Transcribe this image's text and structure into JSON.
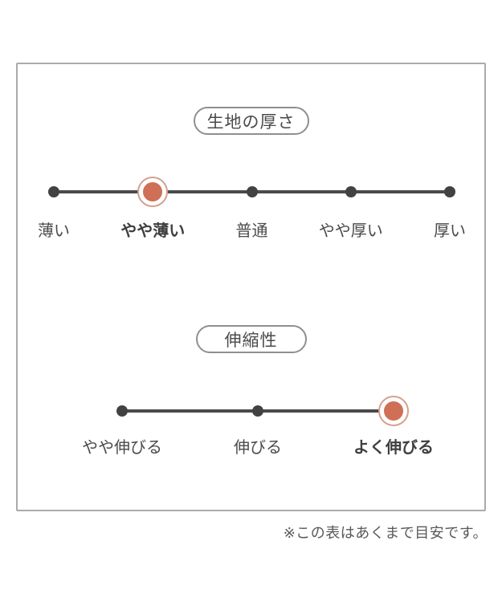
{
  "note": "※この表はあくまで目安です。",
  "colors": {
    "accent": "#cf6f55",
    "accent_ring": "#d5a08b",
    "dot": "#424242",
    "line": "#4a4a4a",
    "text": "#4a4a4a",
    "box_border": "#ababab",
    "pill_border": "#8f8f8f",
    "note_text": "#595959"
  },
  "scales": [
    {
      "title": "生地の厚さ",
      "labels": [
        "薄い",
        "やや薄い",
        "普通",
        "やや厚い",
        "厚い"
      ],
      "selected_index": 1,
      "selected_label": "やや薄い"
    },
    {
      "title": "伸縮性",
      "labels": [
        "やや伸びる",
        "伸びる",
        "よく伸びる"
      ],
      "selected_index": 2,
      "selected_label": "よく伸びる"
    }
  ]
}
